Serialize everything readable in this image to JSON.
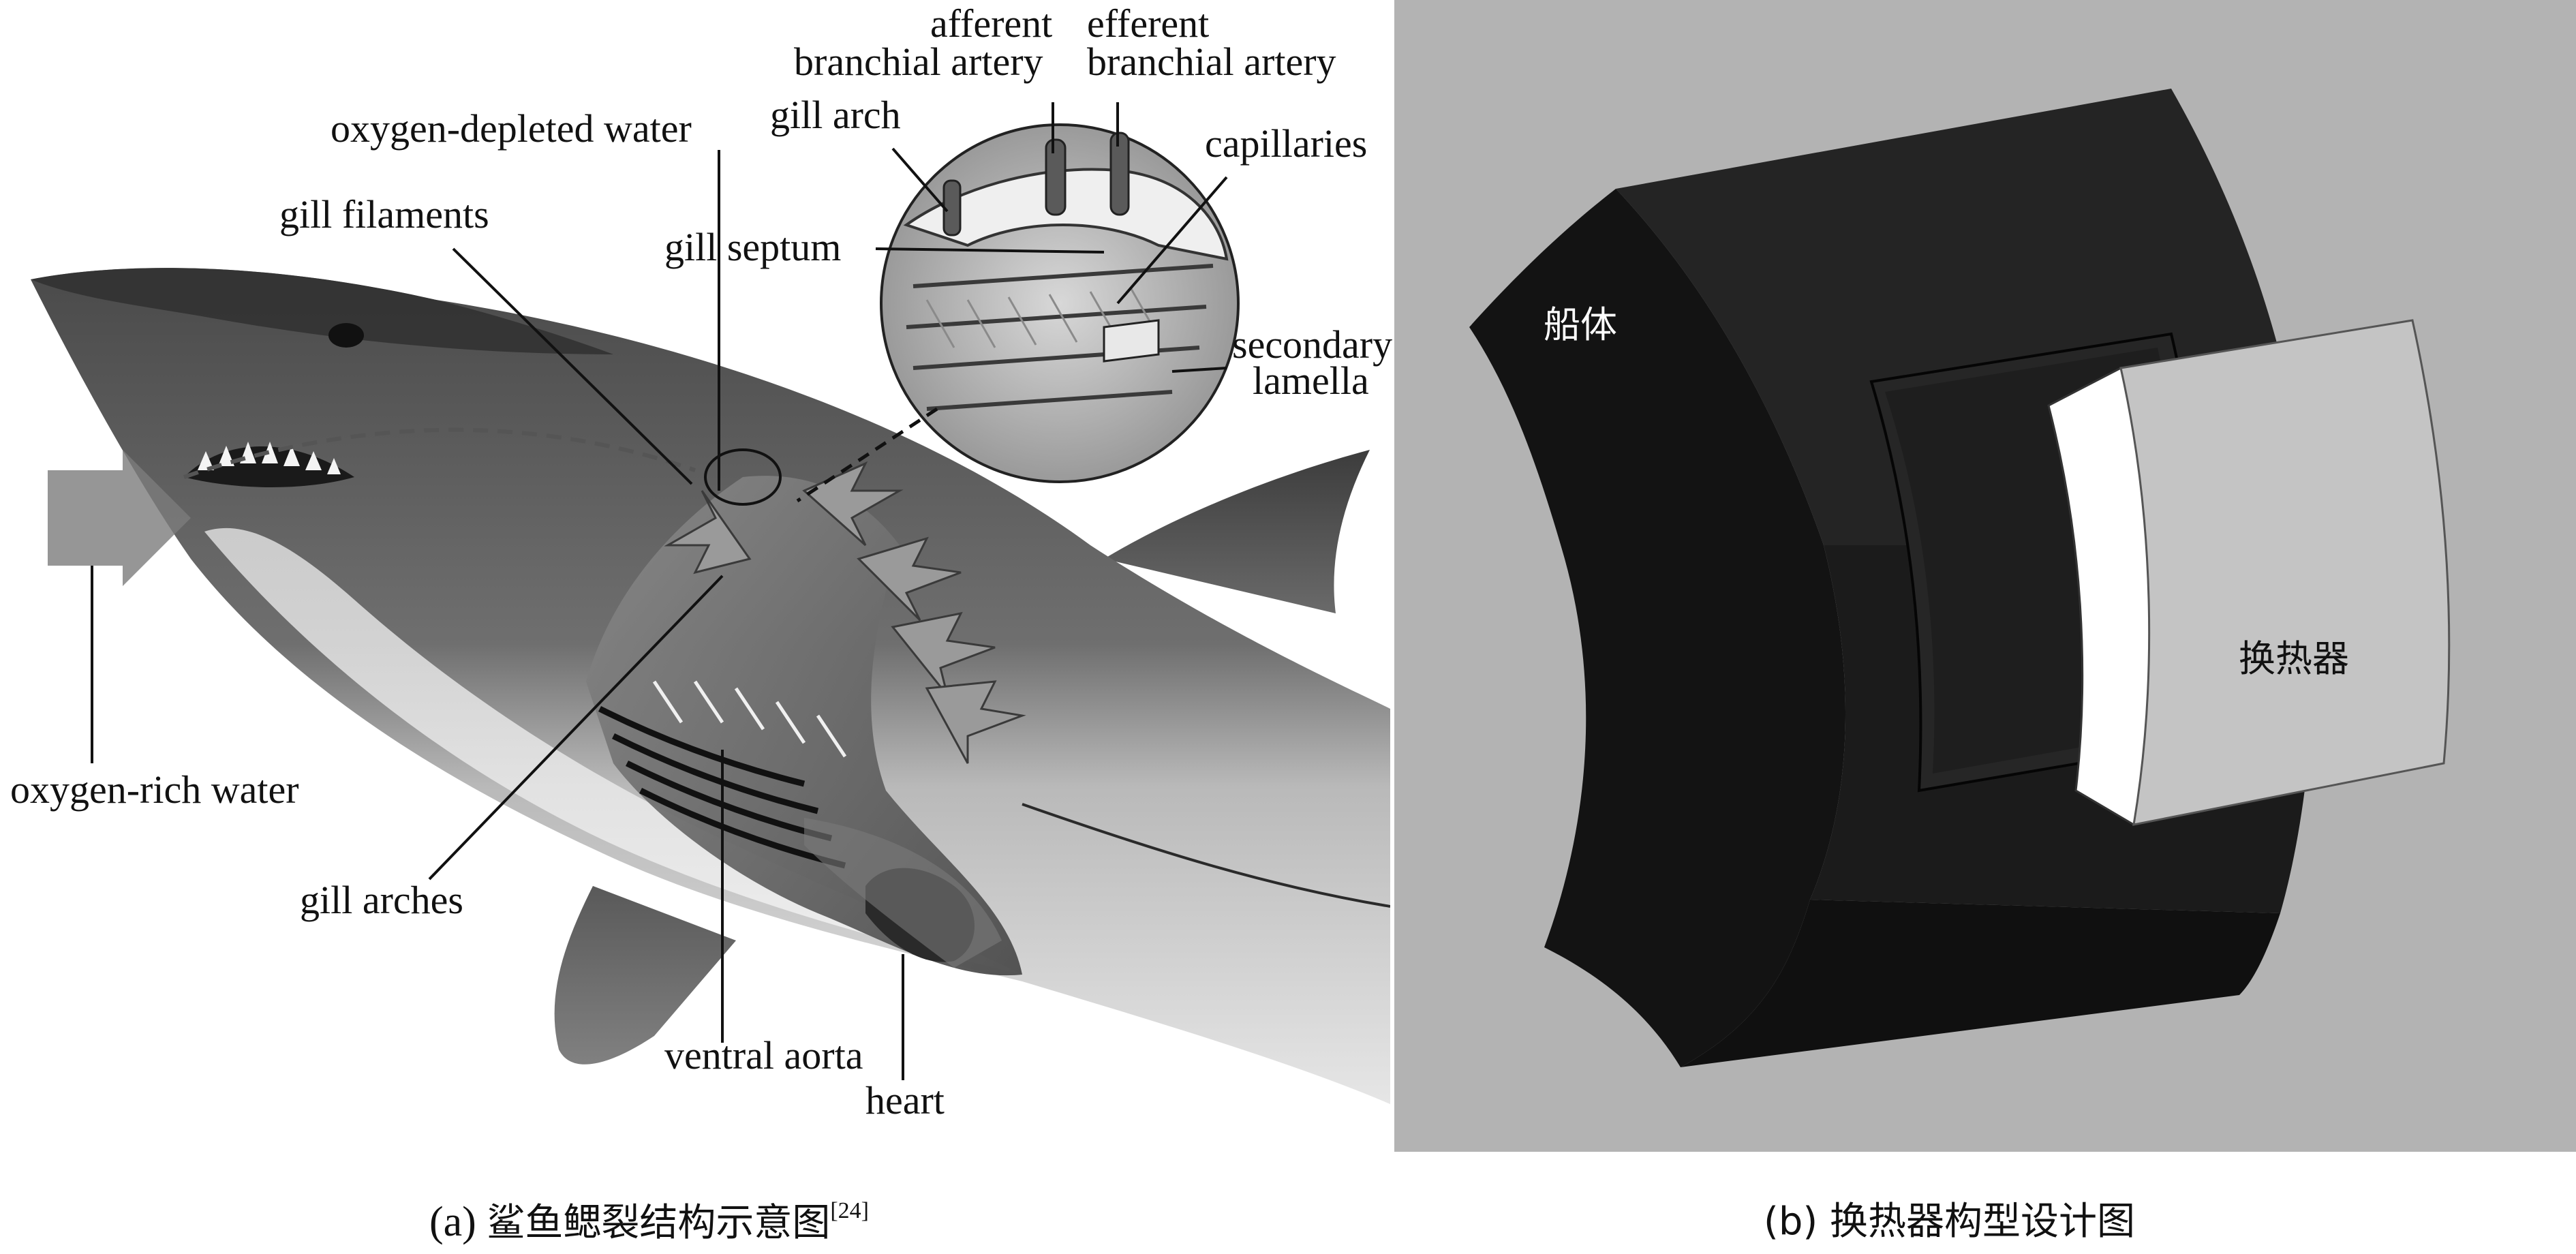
{
  "panel_a": {
    "caption_prefix": "(a) ",
    "caption_text": "鲨鱼鳃裂结构示意图",
    "caption_ref": "[24]",
    "labels": {
      "afferent": "afferent",
      "afferent_2": "branchial artery",
      "efferent": "efferent",
      "efferent_2": "branchial artery",
      "oxygen_depleted_water": "oxygen-depleted water",
      "gill_arch": "gill arch",
      "capillaries": "capillaries",
      "gill_filaments": "gill filaments",
      "gill_septum": "gill septum",
      "secondary": "secondary",
      "lamella": "lamella",
      "oxygen_rich_water": "oxygen-rich water",
      "gill_arches": "gill arches",
      "ventral_aorta": "ventral aorta",
      "heart": "heart"
    }
  },
  "panel_b": {
    "caption": "(b) 换热器构型设计图",
    "hull_label": "船体",
    "exchanger_label": "换热器",
    "background_color": "#b3b3b3",
    "hull_color": "#1a1a1a",
    "exchanger_color": "#c4c4c4"
  }
}
